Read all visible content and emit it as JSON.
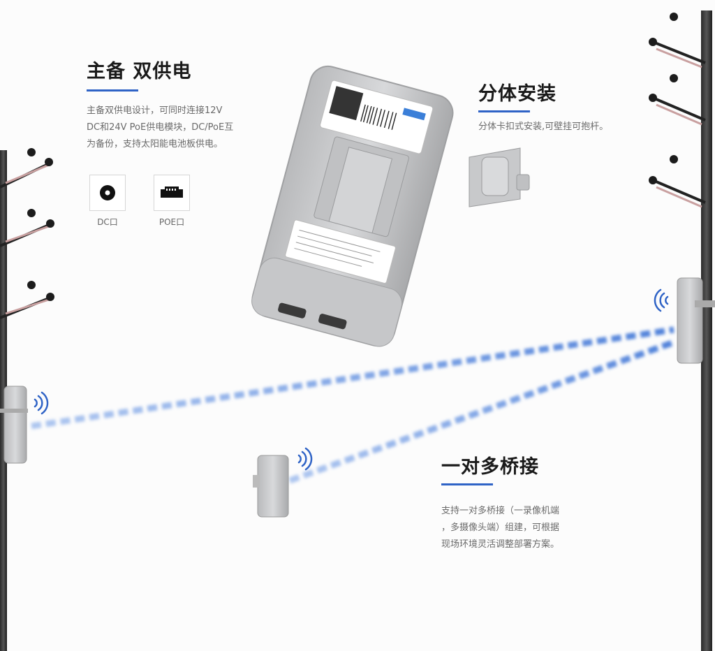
{
  "sections": {
    "dual_power": {
      "title": "主备 双供电",
      "desc_lines": [
        "主备双供电设计，可同时连接12V",
        "DC和24V PoE供电模块，DC/PoE互",
        "为备份，支持太阳能电池板供电。"
      ],
      "ports": [
        {
          "label": "DC口",
          "icon": "dc-port-icon"
        },
        {
          "label": "POE口",
          "icon": "ethernet-port-icon"
        }
      ]
    },
    "split_install": {
      "title": "分体安装",
      "desc": "分体卡扣式安装,可壁挂可抱杆。"
    },
    "bridge": {
      "title": "一对多桥接",
      "desc_lines": [
        "支持一对多桥接（一录像机端",
        "，多摄像头端）组建，可根据",
        "现场环境灵活调整部署方案。"
      ]
    }
  },
  "colors": {
    "accent": "#2f63c6",
    "beam": "#5a8de0",
    "device": "#c9cacc"
  }
}
